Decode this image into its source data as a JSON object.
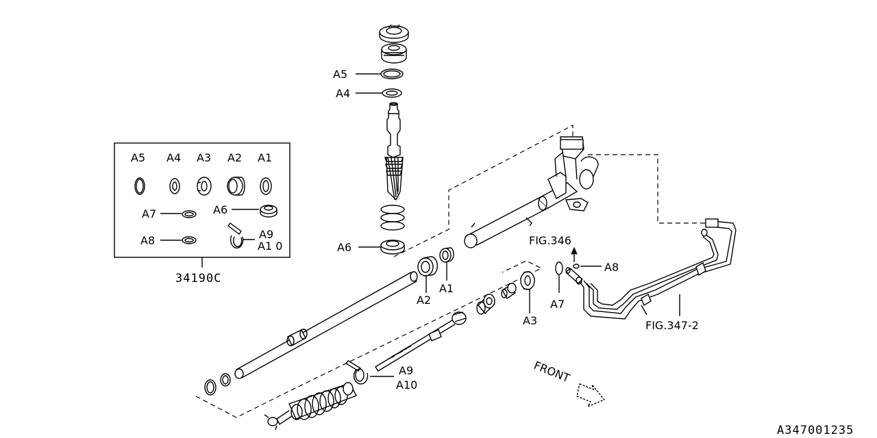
{
  "diagram_id": "A347001235",
  "kit": {
    "part_number": "34190C",
    "items": [
      "A5",
      "A4",
      "A3",
      "A2",
      "A1",
      "A7",
      "A6",
      "A8",
      "A9",
      "A10"
    ]
  },
  "labels": {
    "a1": "A1",
    "a2": "A2",
    "a3": "A3",
    "a4": "A4",
    "a5": "A5",
    "a6": "A6",
    "a7": "A7",
    "a8": "A8",
    "a9": "A9",
    "a10": "A10"
  },
  "kit_labels": {
    "a10": "A1 0"
  },
  "references": {
    "fig346": "FIG.346",
    "fig347_2": "FIG.347-2"
  },
  "direction": "FRONT"
}
